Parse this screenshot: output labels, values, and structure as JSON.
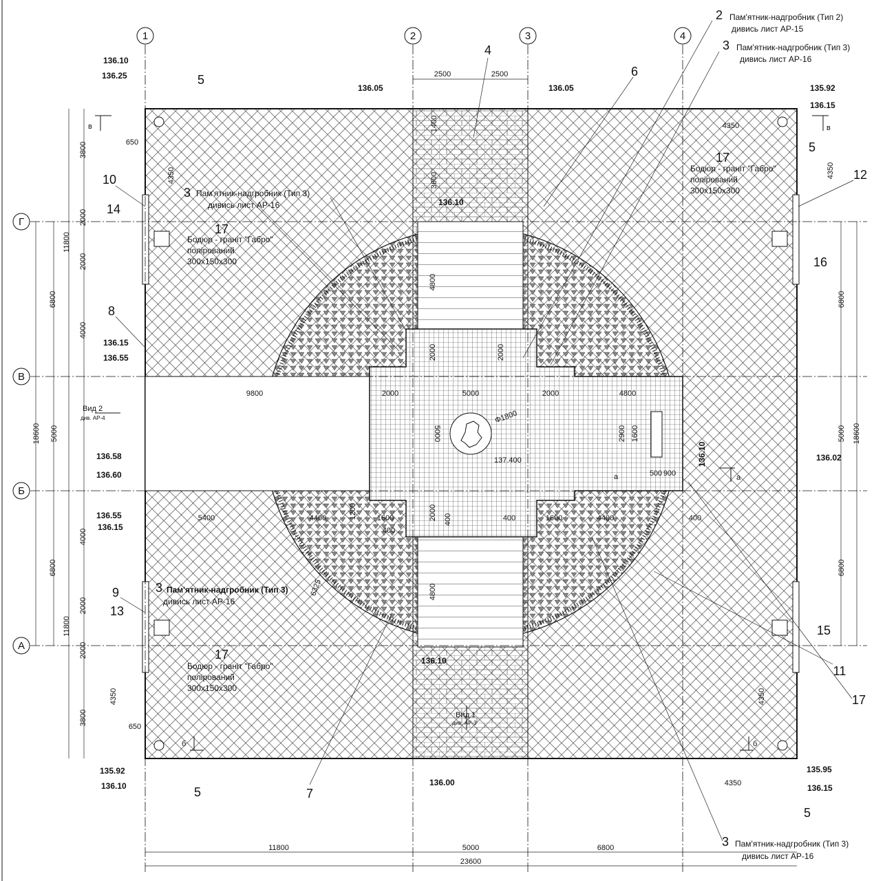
{
  "axes": {
    "v": [
      "1",
      "2",
      "3",
      "4"
    ],
    "h": [
      "Г",
      "В",
      "Б",
      "А"
    ]
  },
  "dims": [
    "2500",
    "2500",
    "3800",
    "2000",
    "2000",
    "4000",
    "11800",
    "6800",
    "18600",
    "5000",
    "4000",
    "6800",
    "2000",
    "11800",
    "2000",
    "3800",
    "4350",
    "6800",
    "5000",
    "18600",
    "6800",
    "4350",
    "4350",
    "4350",
    "650",
    "650",
    "4350",
    "4350",
    "11800",
    "5000",
    "6800",
    "23600",
    "9800",
    "2000",
    "5000",
    "2000",
    "4800",
    "5000",
    "2000",
    "2000",
    "3600",
    "1400",
    "4800",
    "4800",
    "5400",
    "4400",
    "1600",
    "400",
    "1200",
    "2000",
    "400",
    "400",
    "1600",
    "4400",
    "400",
    "Φ1800",
    "137.400",
    "2900",
    "1600",
    "500",
    "900",
    "6325"
  ],
  "elevations": [
    "136.10",
    "136.25",
    "136.05",
    "136.05",
    "135.92",
    "136.15",
    "136.10",
    "136.15",
    "136.55",
    "136.58",
    "136.60",
    "136.55",
    "136.15",
    "136.10",
    "136.02",
    "136.10",
    "135.92",
    "136.10",
    "135.95",
    "136.15",
    "136.00"
  ],
  "markers": [
    "2",
    "3",
    "4",
    "6",
    "5",
    "5",
    "17",
    "10",
    "12",
    "3",
    "14",
    "17",
    "16",
    "8",
    "9",
    "3",
    "13",
    "15",
    "17",
    "11",
    "17",
    "5",
    "7",
    "5",
    "3"
  ],
  "notes": {
    "type2": [
      "Пам'ятник-надгробник (Тип 2)",
      "дивись лист АР-15"
    ],
    "type3_a": [
      "Пам'ятник-надгробник (Тип 3)",
      "дивись лист АР-16"
    ],
    "type3_b": [
      "Пам'ятник-надгробник (Тип 3)",
      "дивись лист АР-16"
    ],
    "type3_c": [
      "Пам'ятник-надгробник (Тип 3)",
      "дивись лист АР-16"
    ],
    "type3_d": [
      "Пам'ятник-надгробник (Тип 3)",
      "дивись лист АР-16"
    ],
    "curb_a": [
      "Бодюр - граніт \"Габро\"",
      "полірований",
      "300х150х300"
    ],
    "curb_b": [
      "Бодюр - граніт \"Габро\"",
      "полірований",
      "300х150х300"
    ],
    "curb_c": [
      "Бодюр - граніт \"Габро\"",
      "полірований",
      "300х150х300"
    ]
  },
  "views": {
    "v2": [
      "Вид 2",
      "див. АР-4"
    ],
    "v1": [
      "Вид 1",
      "див. АР-3"
    ]
  },
  "sections": [
    "в",
    "в",
    "б",
    "б",
    "а",
    "а"
  ]
}
